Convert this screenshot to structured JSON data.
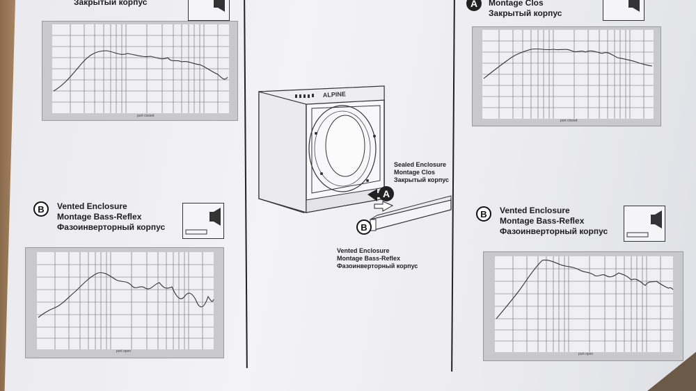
{
  "top_left": {
    "heading_line": "Закрытый корпус"
  },
  "top_right": {
    "badge": "A",
    "heading_lines": [
      "Montage Clos",
      "Закрытый корпус"
    ]
  },
  "vented_left": {
    "badge": "B",
    "heading_lines": [
      "Vented Enclosure",
      "Montage Bass-Reflex",
      "Фазоинверторный корпус"
    ]
  },
  "vented_right": {
    "badge": "B",
    "heading_lines": [
      "Vented Enclosure",
      "Montage Bass-Reflex",
      "Фазоинверторный корпус"
    ]
  },
  "center": {
    "sealed_caption": [
      "Sealed Enclosure",
      "Montage Clos",
      "Закрытый корпус"
    ],
    "sealed_badge": "A",
    "vented_badge": "B",
    "vented_caption": [
      "Vented Enclosure",
      "Montage Bass-Reflex",
      "Фазоинверторный корпус"
    ],
    "box_brand": "ALPINE"
  },
  "graph_axis_label": "port closed",
  "graph_axis_label_vented": "port open",
  "colors": {
    "ink": "#222222",
    "grid": "#555555",
    "panel": "#c9c9cc",
    "paper": "#f0f0f3"
  }
}
